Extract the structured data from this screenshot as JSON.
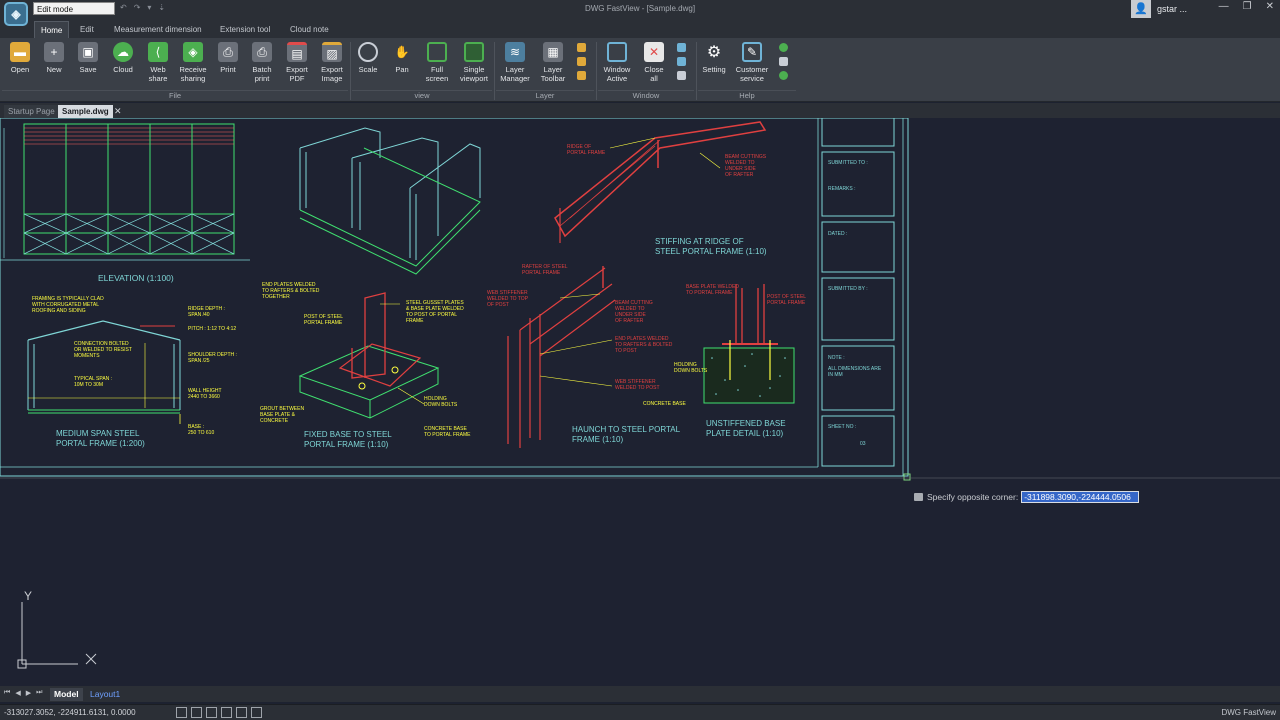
{
  "app": {
    "window_title": "DWG FastView - [Sample.dwg]",
    "mode": "Edit mode",
    "user": "gstar ...",
    "brand": "DWG FastView"
  },
  "menu": {
    "tabs": [
      "Home",
      "Edit",
      "Measurement dimension",
      "Extension tool",
      "Cloud note"
    ]
  },
  "ribbon": {
    "buttons": [
      {
        "label": "Open",
        "icon": "folder-open-icon",
        "color": "#e0a93a"
      },
      {
        "label": "New",
        "icon": "new-file-icon",
        "color": "#c9ced6"
      },
      {
        "label": "Save",
        "icon": "save-icon",
        "color": "#c9ced6"
      },
      {
        "label": "Cloud",
        "icon": "cloud-icon",
        "color": "#4caf50"
      },
      {
        "label": "Web\nshare",
        "icon": "share-icon",
        "color": "#4caf50"
      },
      {
        "label": "Receive\nsharing",
        "icon": "receive-share-icon",
        "color": "#4caf50"
      },
      {
        "label": "Print",
        "icon": "print-icon",
        "color": "#c9ced6"
      },
      {
        "label": "Batch\nprint",
        "icon": "batch-print-icon",
        "color": "#c9ced6"
      },
      {
        "label": "Export\nPDF",
        "icon": "pdf-icon",
        "color": "#e04b4b"
      },
      {
        "label": "Export\nImage",
        "icon": "image-icon",
        "color": "#c9ced6"
      },
      {
        "label": "Scale",
        "icon": "magnifier-icon",
        "color": "#c9ced6"
      },
      {
        "label": "Pan",
        "icon": "hand-icon",
        "color": "#c9ced6"
      },
      {
        "label": "Full\nscreen",
        "icon": "fullscreen-icon",
        "color": "#4caf50"
      },
      {
        "label": "Single\nviewport",
        "icon": "viewport-icon",
        "color": "#4caf50"
      },
      {
        "label": "Layer\nManager",
        "icon": "layers-icon",
        "color": "#6fb3d6"
      },
      {
        "label": "Layer\nToolbar",
        "icon": "layer-toolbar-icon",
        "color": "#c9ced6"
      },
      {
        "label": "Window\nActive",
        "icon": "window-active-icon",
        "color": "#6fb3d6"
      },
      {
        "label": "Close\nall",
        "icon": "close-all-icon",
        "color": "#e04b4b"
      },
      {
        "label": "Setting",
        "icon": "gear-icon",
        "color": "#c9ced6"
      },
      {
        "label": "Customer\nservice",
        "icon": "customer-service-icon",
        "color": "#6fb3d6"
      }
    ],
    "groups": [
      "File",
      "view",
      "Layer",
      "Window",
      "Help"
    ]
  },
  "doc_tabs": [
    "Startup Page",
    "Sample.dwg"
  ],
  "drawing": {
    "labels": {
      "elevation": "ELEVATION   (1:100)",
      "stiffing": "STIFFING AT RIDGE OF\nSTEEL PORTAL FRAME (1:10)",
      "medium_span": "MEDIUM  SPAN STEEL\nPORTAL FRAME (1:200)",
      "fixed_base": "FIXED BASE TO STEEL\nPORTAL FRAME (1:10)",
      "haunch": "HAUNCH TO STEEL PORTAL\nFRAME (1:10)",
      "unstiffened": "UNSTIFFENED BASE\nPLATE DETAIL (1:10)"
    },
    "notes": {
      "ridge": "RIDGE OF\nPORTAL FRAME",
      "beam_cuttings": "BEAM CUTTINGS\nWELDED TO\nUNDER SIDE\nOF RAFTER",
      "end_plates_top": "END PLATES WELDED\nTO RAFTERS & BOLTED\nTOGETHER",
      "rafter": "RAFTER OF STEEL\nPORTAL FRAME",
      "web_stiffener_top": "WEB STIFFENER\nWELDED TO TOP\nOF POST",
      "base_plate_welded": "BASE PLATE WELDED\nTO PORTAL FRAME",
      "post_of_steel": "POST OF STEEL\nPORTAL FRAME",
      "framing": "FRAMING IS TYPICALLY CLAD\nWITH CORRUGATED METAL\nROOFING AND SIDING",
      "ridge_depth": "RIDGE DEPTH :\nSPAN /40",
      "pitch": "PITCH : 1:12 TO 4:12",
      "connection": "CONNECTION BOLTED\nOR WELDED TO RESIST\nMOMENTS",
      "shoulder": "SHOULDER DEPTH :\nSPAN /25",
      "typical_span": "TYPICAL SPAN :\n10M TO 30M",
      "wall_height": "WALL HEIGHT\n2440 TO 3660",
      "base": "BASE :\n250 TO 610",
      "post_steel_portal": "POST OF STEEL\nPORTAL FRAME",
      "gusset": "STEEL GUSSET PLATES\n& BASE PLATE WELDED\nTO POST OF PORTAL\nFRAME",
      "grout": "GROUT BETWEEN\nBASE PLATE &\nCONCRETE",
      "holding_down": "HOLDING\nDOWN BOLTS",
      "concrete_base": "CONCRETE BASE\nTO PORTAL FRAME",
      "beam_cutting_mid": "BEAM CUTTING\nWELDED TO\nUNDER SIDE\nOF RAFTER",
      "end_plates_mid": "END PLATES WELDED\nTO RAFTERS & BOLTED\nTO POST",
      "web_stiffener_post": "WEB STIFFENER\nWELDED TO POST",
      "holding_down2": "HOLDING\nDOWN BOLTS",
      "concrete_base2": "CONCRETE BASE"
    },
    "title_block": {
      "submitted_to": "SUBMITTED TO :",
      "remarks": "REMARKS :",
      "dated": "DATED :",
      "submitted_by": "SUBMITTED BY :",
      "note": "NOTE :",
      "note_text": "ALL DIMENSIONS ARE\nIN MM",
      "sheet_no": "SHEET NO :",
      "sheet_value": "03"
    }
  },
  "command": {
    "prompt": "Specify opposite corner:",
    "value": "-311898.3090,-224444.0506"
  },
  "axes": {
    "y": "Y"
  },
  "layout_tabs": [
    "Model",
    "Layout1"
  ],
  "status": {
    "coords": "-313027.3052, -224911.6131, 0.0000"
  }
}
